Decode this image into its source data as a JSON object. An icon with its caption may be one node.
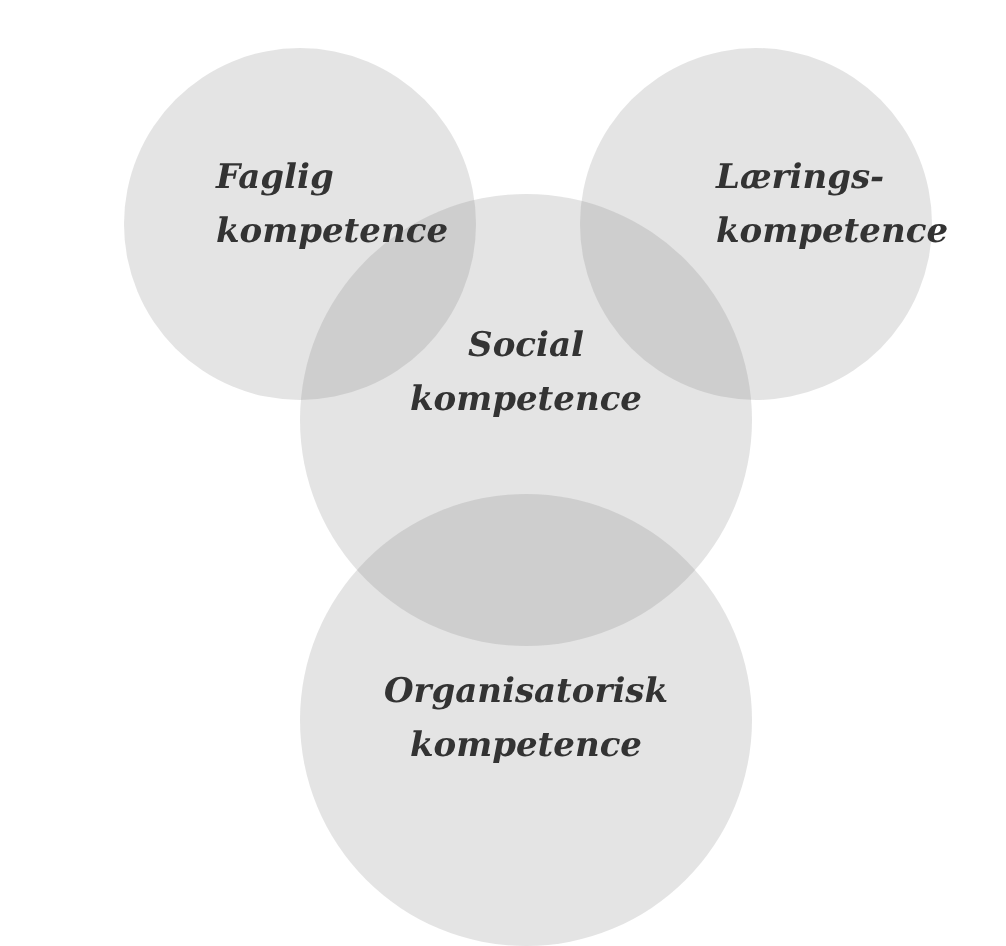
{
  "diagram": {
    "nodes": [
      {
        "text": [
          "Faglig kompetence"
        ]
      },
      {
        "text": [
          "Lærings-kompetence"
        ]
      },
      {
        "text": [
          "Social kompetence"
        ]
      },
      {
        "text": [
          "Organisatorisk kompetence"
        ]
      }
    ]
  }
}
